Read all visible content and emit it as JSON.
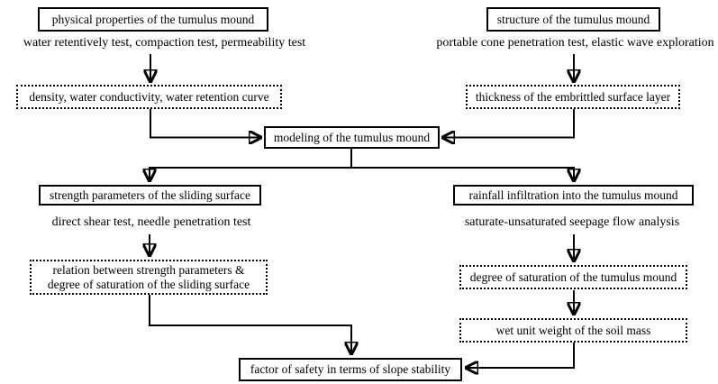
{
  "colors": {
    "line": "#000000",
    "text": "#000000",
    "background": "#ffffff"
  },
  "nodes": {
    "physical": {
      "label": "physical properties of the tumulus mound",
      "style": "solid"
    },
    "structure": {
      "label": "structure of the tumulus mound",
      "style": "solid"
    },
    "physical_tests": {
      "label": "water retentively test, compaction test, permeability test"
    },
    "structure_tests": {
      "label": "portable cone penetration test, elastic wave exploration"
    },
    "density": {
      "label": "density, water conductivity, water retention curve",
      "style": "dotted"
    },
    "thickness": {
      "label": "thickness of the embrittled surface layer",
      "style": "dotted"
    },
    "modeling": {
      "label": "modeling of the tumulus mound",
      "style": "solid"
    },
    "strength": {
      "label": "strength parameters of the sliding surface",
      "style": "solid"
    },
    "rainfall": {
      "label": "rainfall infiltration into the tumulus mound",
      "style": "solid"
    },
    "strength_tests": {
      "label": "direct shear test, needle penetration test"
    },
    "seepage": {
      "label": "saturate-unsaturated seepage flow analysis"
    },
    "relation": {
      "label_line1": "relation between strength parameters &",
      "label_line2": "degree of saturation of the sliding surface",
      "style": "dotted"
    },
    "degree": {
      "label": "degree of saturation of the tumulus mound",
      "style": "dotted"
    },
    "wet": {
      "label": "wet unit weight of the soil mass",
      "style": "dotted"
    },
    "factor": {
      "label": "factor of safety in terms of slope stability",
      "style": "solid"
    }
  },
  "edges": [
    {
      "from": "physical_tests",
      "to": "density"
    },
    {
      "from": "structure_tests",
      "to": "thickness"
    },
    {
      "from": "density",
      "to": "modeling"
    },
    {
      "from": "thickness",
      "to": "modeling"
    },
    {
      "from": "modeling",
      "to": "strength"
    },
    {
      "from": "modeling",
      "to": "rainfall"
    },
    {
      "from": "strength_tests",
      "to": "relation"
    },
    {
      "from": "seepage",
      "to": "degree"
    },
    {
      "from": "relation",
      "to": "factor"
    },
    {
      "from": "degree",
      "to": "wet"
    },
    {
      "from": "wet",
      "to": "factor"
    }
  ]
}
